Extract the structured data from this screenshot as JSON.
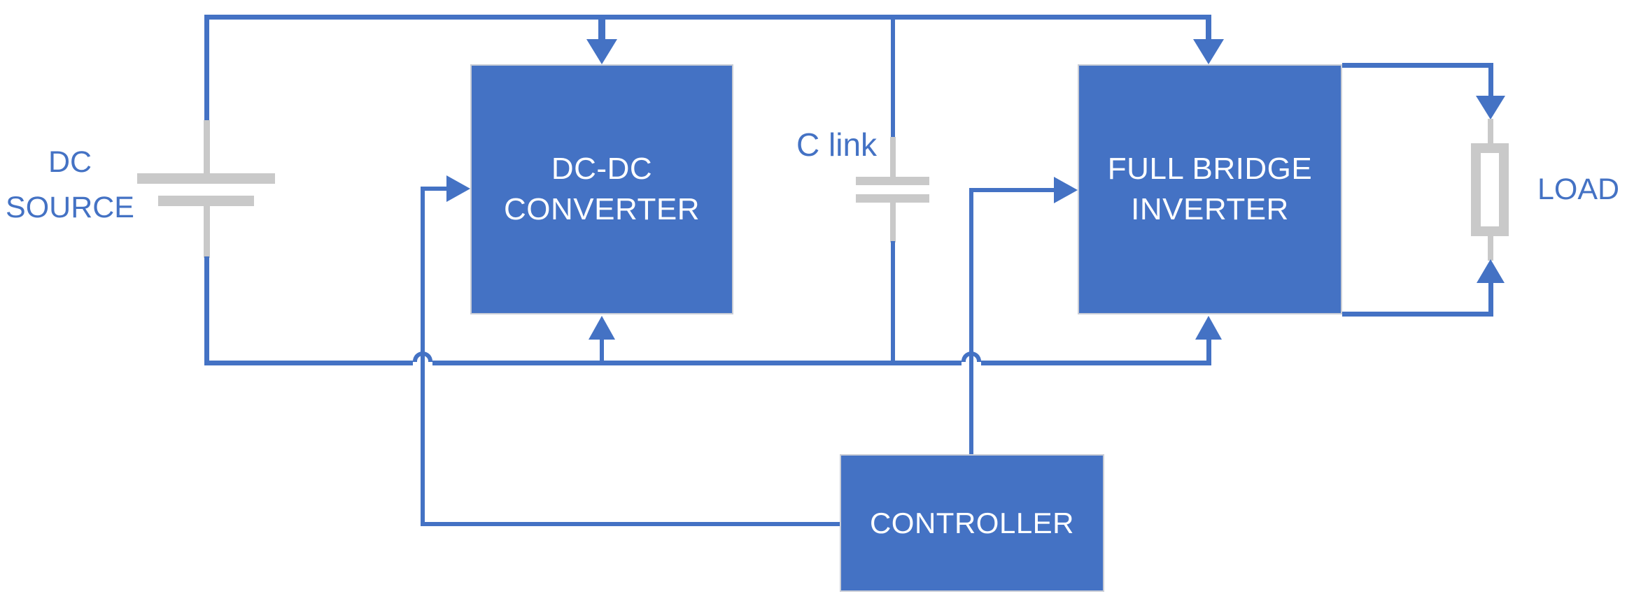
{
  "blocks": {
    "dc_dc_converter": {
      "line1": "DC-DC",
      "line2": "CONVERTER"
    },
    "full_bridge_inverter": {
      "line1": "FULL BRIDGE",
      "line2": "INVERTER"
    },
    "controller": {
      "label": "CONTROLLER"
    }
  },
  "component_labels": {
    "dc_source": {
      "line1": "DC",
      "line2": "SOURCE"
    },
    "c_link": "C link",
    "load": "LOAD"
  },
  "colors": {
    "wire_blue": "#4472C4",
    "block_fill": "#4472C4",
    "block_border": "#C9CDD6",
    "block_text": "#FFFFFF",
    "component_gray": "#C9C9C9",
    "label_text": "#4472C4",
    "background": "#FFFFFF"
  }
}
